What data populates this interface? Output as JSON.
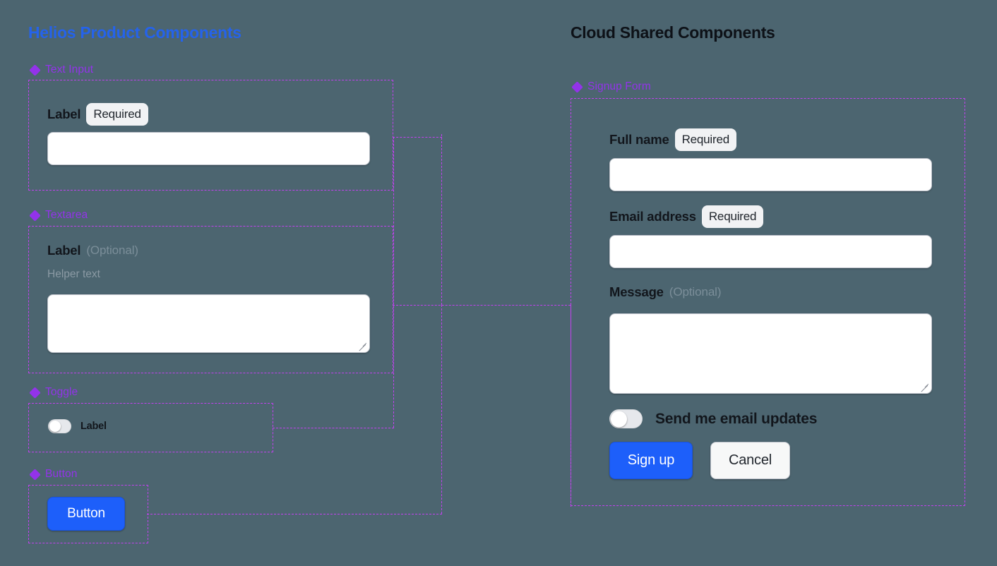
{
  "colors": {
    "background": "#4c6570",
    "left_title": "#2563eb",
    "right_title": "#0d1117",
    "section_caption": "#9333ea",
    "dashed_outline": "#c341f0",
    "primary_button": "#1d5ffa",
    "badge_background": "#f1f2f4",
    "field_background": "#ffffff"
  },
  "left_column": {
    "title": "Helios Product Components",
    "sections": [
      {
        "icon": "diamond-component-icon",
        "caption": "Text Input",
        "field": {
          "label": "Label",
          "badge": "Required",
          "control": "text-input"
        }
      },
      {
        "icon": "diamond-component-icon",
        "caption": "Textarea",
        "field": {
          "label": "Label",
          "optional": "(Optional)",
          "helper": "Helper text",
          "control": "textarea"
        }
      },
      {
        "icon": "diamond-component-icon",
        "caption": "Toggle",
        "field": {
          "label": "Label",
          "control": "toggle",
          "state": "off"
        }
      },
      {
        "icon": "diamond-component-icon",
        "caption": "Button",
        "field": {
          "label": "Button",
          "control": "button"
        }
      }
    ]
  },
  "right_column": {
    "title": "Cloud Shared Components",
    "section": {
      "icon": "diamond-component-icon",
      "caption": "Signup Form"
    },
    "form": {
      "fields": [
        {
          "label": "Full name",
          "badge": "Required",
          "control": "text-input"
        },
        {
          "label": "Email address",
          "badge": "Required",
          "control": "text-input"
        },
        {
          "label": "Message",
          "optional": "(Optional)",
          "control": "textarea"
        }
      ],
      "toggle": {
        "label": "Send me email updates",
        "state": "off"
      },
      "actions": {
        "primary": "Sign up",
        "secondary": "Cancel"
      }
    }
  }
}
